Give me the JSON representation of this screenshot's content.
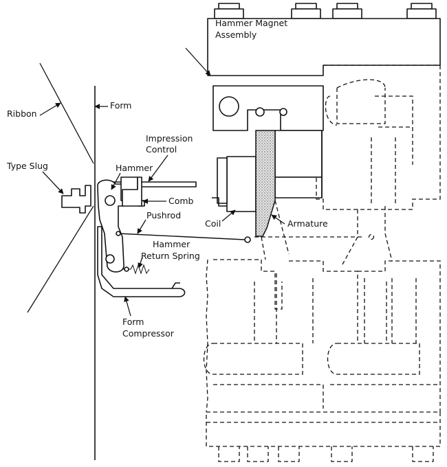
{
  "labels": {
    "hammer_magnet_assembly_line1": "Hammer Magnet",
    "hammer_magnet_assembly_line2": "Assembly",
    "ribbon": "Ribbon",
    "form": "Form",
    "impression_control_line1": "Impression",
    "impression_control_line2": "Control",
    "type_slug": "Type Slug",
    "hammer": "Hammer",
    "comb": "Comb",
    "pushrod": "Pushrod",
    "coil": "Coil",
    "armature": "Armature",
    "hammer_return_spring_line1": "Hammer",
    "hammer_return_spring_line2": "Return Spring",
    "form_compressor_line1": "Form",
    "form_compressor_line2": "Compressor"
  },
  "colors": {
    "line": "#111111",
    "background": "#ffffff",
    "armature_fill": "#cfcfcf"
  }
}
